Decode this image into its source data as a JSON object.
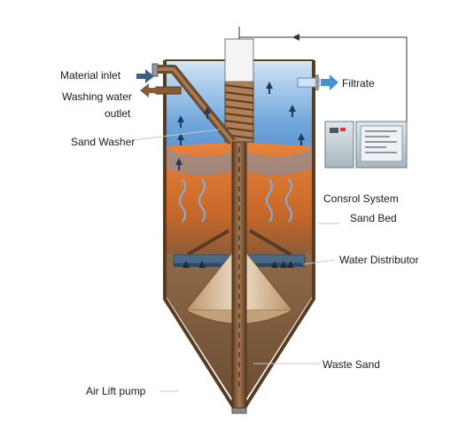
{
  "labels": {
    "material_inlet": "Material inlet",
    "washing_water_outlet_line1": "Washing water",
    "washing_water_outlet_line2": "outlet",
    "sand_washer": "Sand Washer",
    "filtrate": "Filtrate",
    "control_system": "Consrol System",
    "sand_bed": "Sand Bed",
    "water_distributor": "Water Distributor",
    "waste_sand": "Waste Sand",
    "air_lift_pump": "Air Lift pump"
  },
  "colors": {
    "tank_wall": "#6e4a2c",
    "water_blue": "#3f7fc8",
    "water_light": "#9cc3ea",
    "sand_orange": "#e07b33",
    "sand_dark": "#8c5a32",
    "cone_beige": "#d9bc95",
    "arrow_blue": "#4a8fd0",
    "panel_gray": "#b8c4cc"
  }
}
